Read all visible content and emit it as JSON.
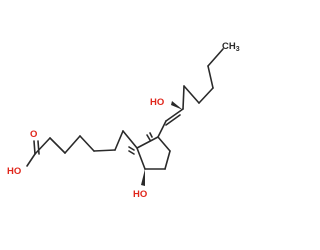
{
  "molecule": {
    "labels": {
      "ch3": "CH3",
      "ho_side": "HO",
      "ho_ring": "HO",
      "ho_acid": "HO",
      "o_carbonyl": "O"
    },
    "colors": {
      "bond": "#2a2a2a",
      "heteroatom": "#e0261b",
      "background": "#ffffff"
    }
  }
}
